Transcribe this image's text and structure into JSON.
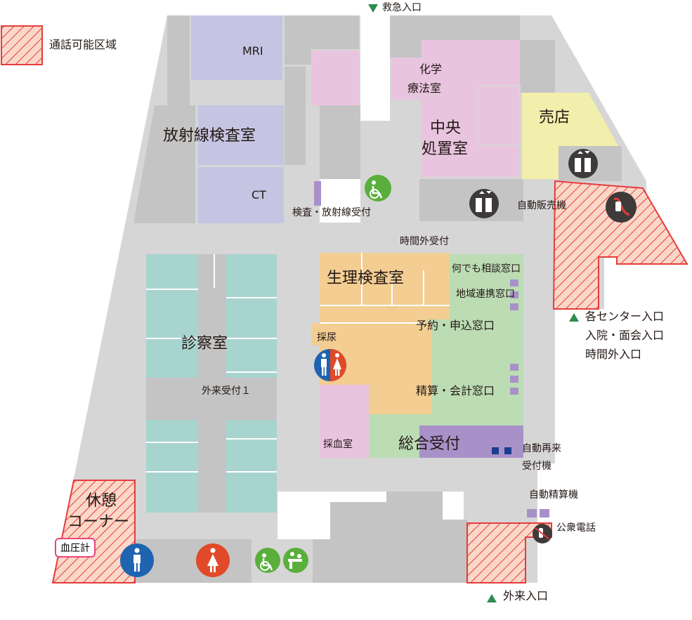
{
  "legend": {
    "label": "通話可能区域"
  },
  "rooms": {
    "mri": "MRI",
    "radiology": "放射線検査室",
    "ct": "CT",
    "chemo_line1": "化学",
    "chemo_line2": "療法室",
    "central_line1": "中央",
    "central_line2": "処置室",
    "shop": "売店",
    "exam_room": "診察室",
    "outpatient_desk1": "外来受付１",
    "physio": "生理検査室",
    "urine": "採尿",
    "blood_draw": "採血室",
    "rest_line1": "休憩",
    "rest_line2": "コーナー"
  },
  "labels": {
    "emergency_entrance": "救急入口",
    "exam_radiology_desk": "検査・放射線受付",
    "vending": "自動販売機",
    "after_hours_desk": "時間外受付",
    "consult_window": "何でも相談窓口",
    "regional_window": "地域連携窓口",
    "reservation_window": "予約・申込窓口",
    "payment_window": "精算・会計窓口",
    "general_reception": "総合受付",
    "auto_reception_line1": "自動再来",
    "auto_reception_line2": "受付機",
    "auto_payment": "自動精算機",
    "public_phone": "公衆電話",
    "center_entrance": "各センター入口",
    "visit_entrance": "入院・面会入口",
    "after_hours_entrance": "時間外入口",
    "outpatient_entrance": "外来入口",
    "blood_pressure": "血圧計"
  },
  "icons": {
    "wc": "wheelchair-wc-icon",
    "restroom": "restroom-icon",
    "elevator": "elevator-icon",
    "phone_ban": "no-phone-icon",
    "male": "male-restroom-icon",
    "female": "female-restroom-icon",
    "baby": "baby-care-icon",
    "entrance_marker": "entrance-triangle-icon"
  },
  "colors": {
    "corridor": "#d6d6d6",
    "block": "#c4c4c4",
    "imaging": "#c5c4e2",
    "clinic": "#a8d4cf",
    "treatment": "#e9c4df",
    "shop": "#f2efac",
    "physio": "#f3cd92",
    "reception": "#bcdcb4",
    "general": "#a891c8",
    "zone": "#e53c3c",
    "entrance": "#2d8c4e",
    "emergency": "#2d8c4e"
  }
}
